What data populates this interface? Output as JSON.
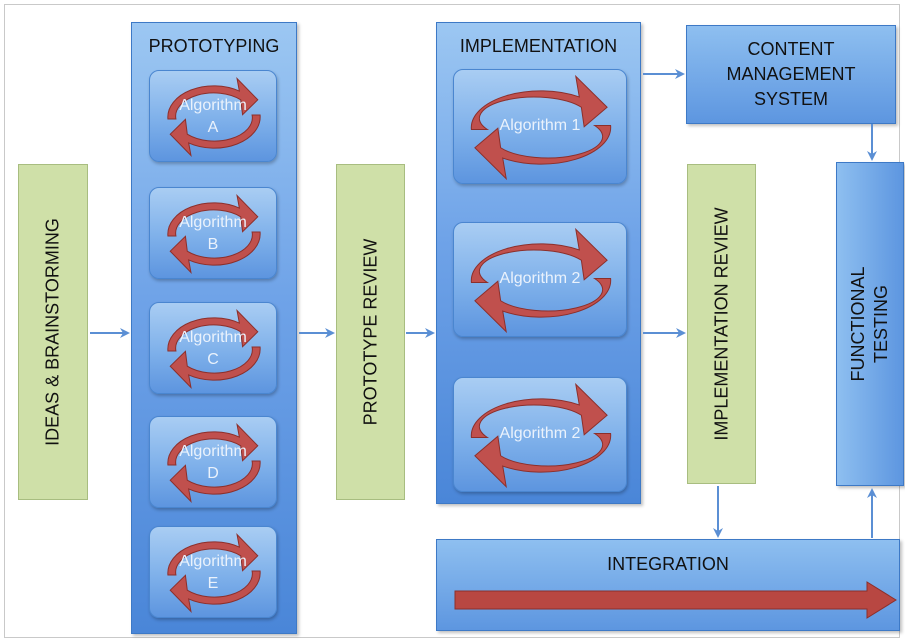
{
  "prototyping": {
    "title": "PROTOTYPING",
    "algorithms": [
      {
        "line1": "Algorithm",
        "line2": "A"
      },
      {
        "line1": "Algorithm",
        "line2": "B"
      },
      {
        "line1": "Algorithm",
        "line2": "C"
      },
      {
        "line1": "Algorithm",
        "line2": "D"
      },
      {
        "line1": "Algorithm",
        "line2": "E"
      }
    ]
  },
  "ideas": {
    "label": "IDEAS & BRAINSTORMING"
  },
  "prototype_review": {
    "label": "PROTOTYPE REVIEW"
  },
  "implementation": {
    "title": "IMPLEMENTATION",
    "algorithms": [
      "Algorithm 1",
      "Algorithm 2",
      "Algorithm 2"
    ]
  },
  "cms": {
    "line1": "CONTENT",
    "line2": "MANAGEMENT",
    "line3": "SYSTEM"
  },
  "implementation_review": {
    "label": "IMPLEMENTATION REVIEW"
  },
  "functional_testing": {
    "line1": "FUNCTIONAL",
    "line2": "TESTING"
  },
  "integration": {
    "title": "INTEGRATION"
  },
  "colors": {
    "box_blue": "#6fa3e8",
    "review_green": "#cfe0a8",
    "cycle_arrow_red": "#c0504d",
    "connector_blue": "#5b8fd4"
  }
}
